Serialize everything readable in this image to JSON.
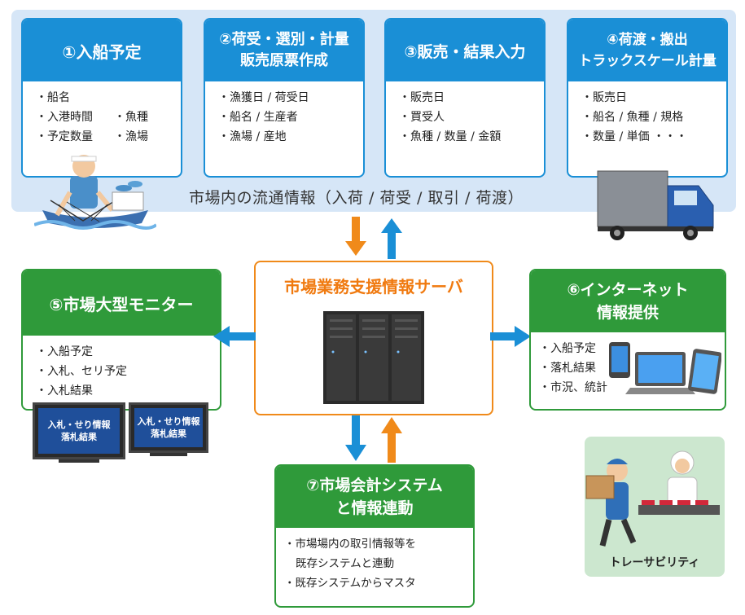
{
  "band_label": "市場内の流通情報（入荷 / 荷受 / 取引 / 荷渡）",
  "cards": {
    "c1": {
      "title": [
        "①入船予定"
      ],
      "items": [
        "船名",
        "入港時間",
        "予定数量",
        "魚種",
        "漁場"
      ]
    },
    "c2": {
      "title": [
        "②荷受・選別・計量",
        "販売原票作成"
      ],
      "items": [
        "漁獲日 / 荷受日",
        "船名 / 生産者",
        "漁場 / 産地"
      ]
    },
    "c3": {
      "title": [
        "③販売・結果入力"
      ],
      "items": [
        "販売日",
        "買受人",
        "魚種 / 数量 / 金額"
      ]
    },
    "c4": {
      "title": [
        "④荷渡・搬出",
        "トラックスケール計量"
      ],
      "items": [
        "販売日",
        "船名 / 魚種 / 規格",
        "数量 / 単価 ・・・"
      ]
    },
    "c5": {
      "title": [
        "⑤市場大型モニター"
      ],
      "items": [
        "入船予定",
        "入札、セリ予定",
        "入札結果"
      ]
    },
    "c6": {
      "title": [
        "⑥インターネット",
        "情報提供"
      ],
      "items": [
        "入船予定",
        "落札結果",
        "市況、統計"
      ]
    },
    "c7": {
      "title": [
        "⑦市場会計システム",
        "と情報連動"
      ],
      "items": [
        "市場場内の取引情報等を",
        "既存システムと連動",
        "既存システムからマスタ"
      ]
    }
  },
  "server": {
    "title": "市場業務支援情報サーバ"
  },
  "monitor": {
    "line1": "入札・せり情報",
    "line2": "落札結果"
  },
  "traceability": {
    "label": "トレーサビリティ"
  },
  "colors": {
    "blue": "#1a8fd6",
    "green": "#2f9a3a",
    "orange": "#f08a1a",
    "band": "#d6e6f7"
  }
}
